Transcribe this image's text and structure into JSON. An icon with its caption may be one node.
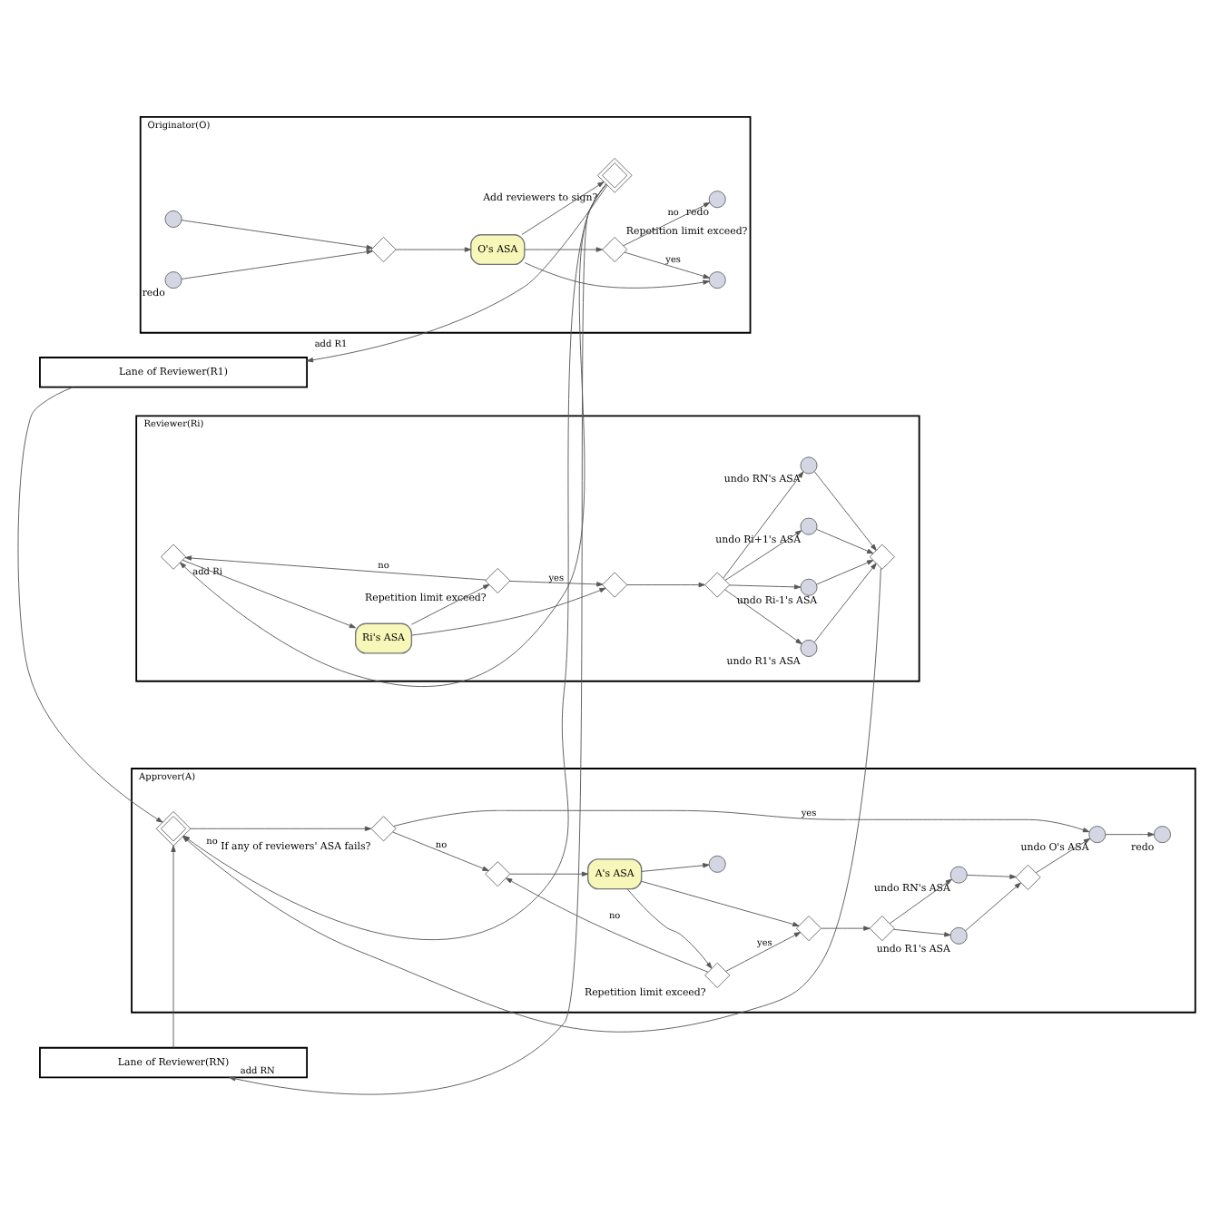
{
  "diagram": {
    "nodes": [
      {
        "text": [
          "Originator(O)"
        ]
      },
      {
        "text": [],
        "shape": "circle",
        "in": 0
      },
      {
        "text": [],
        "shape": "diamond",
        "in": 0
      },
      {
        "text": [
          "O's ASA"
        ],
        "in": 0
      },
      {
        "text": [],
        "shape": "circle",
        "in": 0,
        "beside": [
          "redo"
        ]
      },
      {
        "text": [],
        "shape": "circle",
        "in": 0
      },
      {
        "text": [],
        "shape": "diamond",
        "in": 0,
        "beside": [
          "Repetition limit exceed?"
        ]
      },
      {
        "text": [],
        "shape": "circle",
        "in": 0,
        "beside": [
          "redo"
        ]
      },
      {
        "text": [],
        "shape": "diamond",
        "in": 0,
        "beside": [
          "Add reviewers to sign?"
        ]
      },
      {
        "text": [
          "Lane of Reviewer(R1)"
        ]
      },
      {
        "text": [
          "Reviewer(Ri)"
        ]
      },
      {
        "text": [],
        "shape": "diamond",
        "in": 10
      },
      {
        "text": [
          "Ri's ASA"
        ],
        "in": 10
      },
      {
        "text": [],
        "shape": "diamond",
        "in": 10,
        "beside": [
          "Repetition limit exceed?"
        ]
      },
      {
        "text": [],
        "shape": "diamond",
        "in": 10
      },
      {
        "text": [],
        "shape": "diamond",
        "in": 10
      },
      {
        "text": [],
        "shape": "circle",
        "in": 10,
        "beside": [
          "undo R1's ASA"
        ]
      },
      {
        "text": [],
        "shape": "circle",
        "in": 10,
        "beside": [
          "undo Ri-1's ASA"
        ]
      },
      {
        "text": [],
        "shape": "circle",
        "in": 10,
        "beside": [
          "undo Ri+1's ASA"
        ]
      },
      {
        "text": [],
        "shape": "circle",
        "in": 10,
        "beside": [
          "undo RN's ASA"
        ]
      },
      {
        "text": [],
        "shape": "diamond",
        "in": 10
      },
      {
        "text": [
          "Lane of Reviewer(RN)"
        ]
      },
      {
        "text": [
          "Approver(A)"
        ]
      },
      {
        "text": [],
        "shape": "diamond",
        "in": 22
      },
      {
        "text": [],
        "shape": "diamond",
        "in": 22,
        "beside": [
          "If any of reviewers' ASA fails?"
        ]
      },
      {
        "text": [],
        "shape": "diamond",
        "in": 22
      },
      {
        "text": [
          "A's ASA"
        ],
        "in": 22
      },
      {
        "text": [],
        "shape": "circle",
        "in": 22
      },
      {
        "text": [],
        "shape": "diamond",
        "in": 22,
        "beside": [
          "Repetition limit exceed?"
        ]
      },
      {
        "text": [],
        "shape": "diamond",
        "in": 22
      },
      {
        "text": [],
        "shape": "diamond",
        "in": 22
      },
      {
        "text": [],
        "shape": "circle",
        "in": 22,
        "beside": [
          "undo R1's ASA"
        ]
      },
      {
        "text": [],
        "shape": "circle",
        "in": 22,
        "beside": [
          "undo RN's ASA"
        ]
      },
      {
        "text": [],
        "shape": "diamond",
        "in": 22
      },
      {
        "text": [],
        "shape": "circle",
        "in": 22,
        "beside": [
          "undo O's ASA"
        ]
      },
      {
        "text": [],
        "shape": "circle",
        "in": 22,
        "beside": [
          "redo"
        ]
      }
    ],
    "edges": [
      {
        "from": 1,
        "to": 2,
        "arrow": "to"
      },
      {
        "from": 4,
        "to": 2,
        "arrow": "to"
      },
      {
        "from": 2,
        "to": 3,
        "arrow": "to"
      },
      {
        "from": 3,
        "to": 6,
        "arrow": "to"
      },
      {
        "from": 3,
        "to": 5,
        "arrow": "to"
      },
      {
        "from": 6,
        "to": 5,
        "label": "yes",
        "arrow": "to"
      },
      {
        "from": 6,
        "to": 7,
        "label": "no",
        "arrow": "to"
      },
      {
        "from": 3,
        "to": 8,
        "arrow": "to"
      },
      {
        "from": 8,
        "to": 9,
        "label": "add R1",
        "arrow": "to"
      },
      {
        "from": 8,
        "to": 11,
        "label": "add Ri",
        "arrow": "to"
      },
      {
        "from": 8,
        "to": 21,
        "label": "add RN",
        "arrow": "to"
      },
      {
        "from": 8,
        "to": 23,
        "label": "no",
        "arrow": "to"
      },
      {
        "from": 9,
        "to": 23,
        "arrow": "to"
      },
      {
        "from": 11,
        "to": 12,
        "arrow": "to"
      },
      {
        "from": 12,
        "to": 13,
        "arrow": "to"
      },
      {
        "from": 13,
        "to": 11,
        "label": "no",
        "arrow": "to"
      },
      {
        "from": 13,
        "to": 14,
        "label": "yes",
        "arrow": "to"
      },
      {
        "from": 12,
        "to": 14,
        "arrow": "to"
      },
      {
        "from": 14,
        "to": 15,
        "arrow": "to"
      },
      {
        "from": 15,
        "to": 16,
        "arrow": "to"
      },
      {
        "from": 15,
        "to": 17,
        "arrow": "to"
      },
      {
        "from": 15,
        "to": 18,
        "arrow": "to"
      },
      {
        "from": 15,
        "to": 19,
        "arrow": "to"
      },
      {
        "from": 16,
        "to": 20,
        "arrow": "to"
      },
      {
        "from": 17,
        "to": 20,
        "arrow": "to"
      },
      {
        "from": 18,
        "to": 20,
        "arrow": "to"
      },
      {
        "from": 19,
        "to": 20,
        "arrow": "to"
      },
      {
        "from": 20,
        "to": 23,
        "arrow": "to"
      },
      {
        "from": 21,
        "to": 23,
        "arrow": "to"
      },
      {
        "from": 23,
        "to": 24,
        "arrow": "to"
      },
      {
        "from": 24,
        "to": 25,
        "label": "no",
        "arrow": "to"
      },
      {
        "from": 24,
        "to": 34,
        "label": "yes",
        "arrow": "to"
      },
      {
        "from": 25,
        "to": 26,
        "arrow": "to"
      },
      {
        "from": 26,
        "to": 27,
        "arrow": "to"
      },
      {
        "from": 26,
        "to": 28,
        "arrow": "to"
      },
      {
        "from": 28,
        "to": 25,
        "label": "no",
        "arrow": "to"
      },
      {
        "from": 28,
        "to": 29,
        "label": "yes",
        "arrow": "to"
      },
      {
        "from": 26,
        "to": 29,
        "arrow": "to"
      },
      {
        "from": 29,
        "to": 30,
        "arrow": "to"
      },
      {
        "from": 30,
        "to": 31,
        "arrow": "to"
      },
      {
        "from": 30,
        "to": 32,
        "arrow": "to"
      },
      {
        "from": 31,
        "to": 33,
        "arrow": "to"
      },
      {
        "from": 32,
        "to": 33,
        "arrow": "to"
      },
      {
        "from": 33,
        "to": 34,
        "arrow": "to"
      },
      {
        "from": 34,
        "to": 35,
        "arrow": "to"
      }
    ]
  }
}
